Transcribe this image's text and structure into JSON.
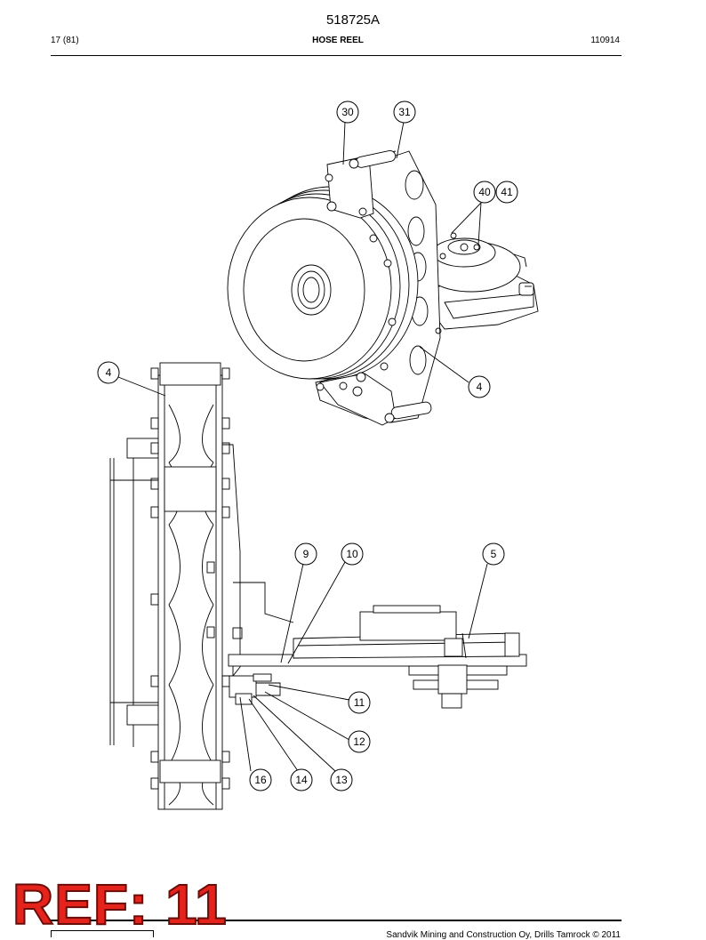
{
  "header": {
    "doc_number": "518725A",
    "page": "17 (81)",
    "section_title": "HOSE REEL",
    "date_code": "110914"
  },
  "callouts": [
    "30",
    "31",
    "40",
    "41",
    "4",
    "4",
    "9",
    "10",
    "5",
    "11",
    "12",
    "16",
    "14",
    "13"
  ],
  "stamp": {
    "text": "REF: 11",
    "color": "#e4231c"
  },
  "footer": {
    "copyright": "Sandvik Mining and Construction Oy, Drills Tamrock © 2011"
  }
}
